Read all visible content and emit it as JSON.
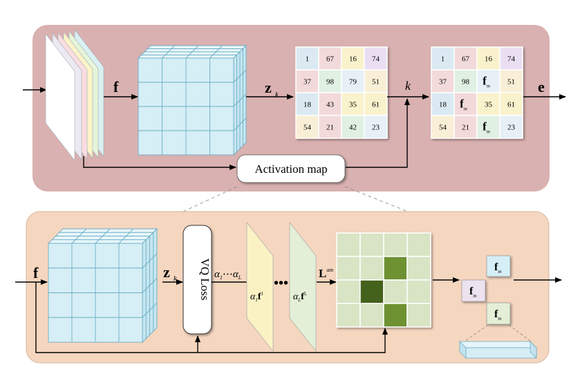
{
  "colors": {
    "top_panel": "#d9b1b0",
    "bottom_panel": "#f5d6bf",
    "cube_face": "#d6eef5",
    "cube_line": "#6aaec6",
    "grid_green_light": "#d8e4c4",
    "grid_green_mid": "#6e9132",
    "grid_green_dark": "#44621c"
  },
  "top": {
    "label_f": "f",
    "label_z": "z",
    "label_z_sub": "k",
    "label_k": "k",
    "label_e": "e",
    "activation_map": "Activation map",
    "grid1": [
      "1",
      "67",
      "16",
      "74",
      "37",
      "98",
      "79",
      "51",
      "18",
      "43",
      "35",
      "61",
      "54",
      "21",
      "42",
      "23"
    ],
    "grid2": [
      "1",
      "67",
      "16",
      "74",
      "37",
      "98",
      "f",
      "51",
      "18",
      "f",
      "35",
      "61",
      "54",
      "21",
      "f",
      "23"
    ],
    "fm_sub": "m",
    "cell_colors": [
      "#dbeaf2",
      "#f3dada",
      "#f9f2cc",
      "#eadff2",
      "#f3dada",
      "#e0f0e2",
      "#e6f0f6",
      "#f9efd6",
      "#dbeaf2",
      "#f3dada",
      "#f9f2cc",
      "#f9f2cc",
      "#f9efd6",
      "#f3dada",
      "#e0f0e2",
      "#e6f0f6"
    ]
  },
  "bottom": {
    "label_f": "f",
    "label_z": "z",
    "label_z_sub": "k",
    "vq_loss": "VQ Loss",
    "alpha_range": "α₁⋯α_L",
    "alpha_1": "α",
    "alpha_1_sub": "1",
    "alpha_1_f": "f",
    "alpha_1_sup": "1",
    "alpha_L": "α",
    "alpha_L_sub": "L",
    "alpha_L_f": "f",
    "alpha_L_sup": "L",
    "dots": "•••",
    "L_label": "L",
    "L_sup": "am",
    "fm": "f",
    "fm_sub": "m",
    "heat_levels": [
      0,
      0,
      0,
      0,
      0,
      0,
      2,
      0,
      0,
      3,
      0,
      0,
      0,
      0,
      2,
      0
    ]
  }
}
